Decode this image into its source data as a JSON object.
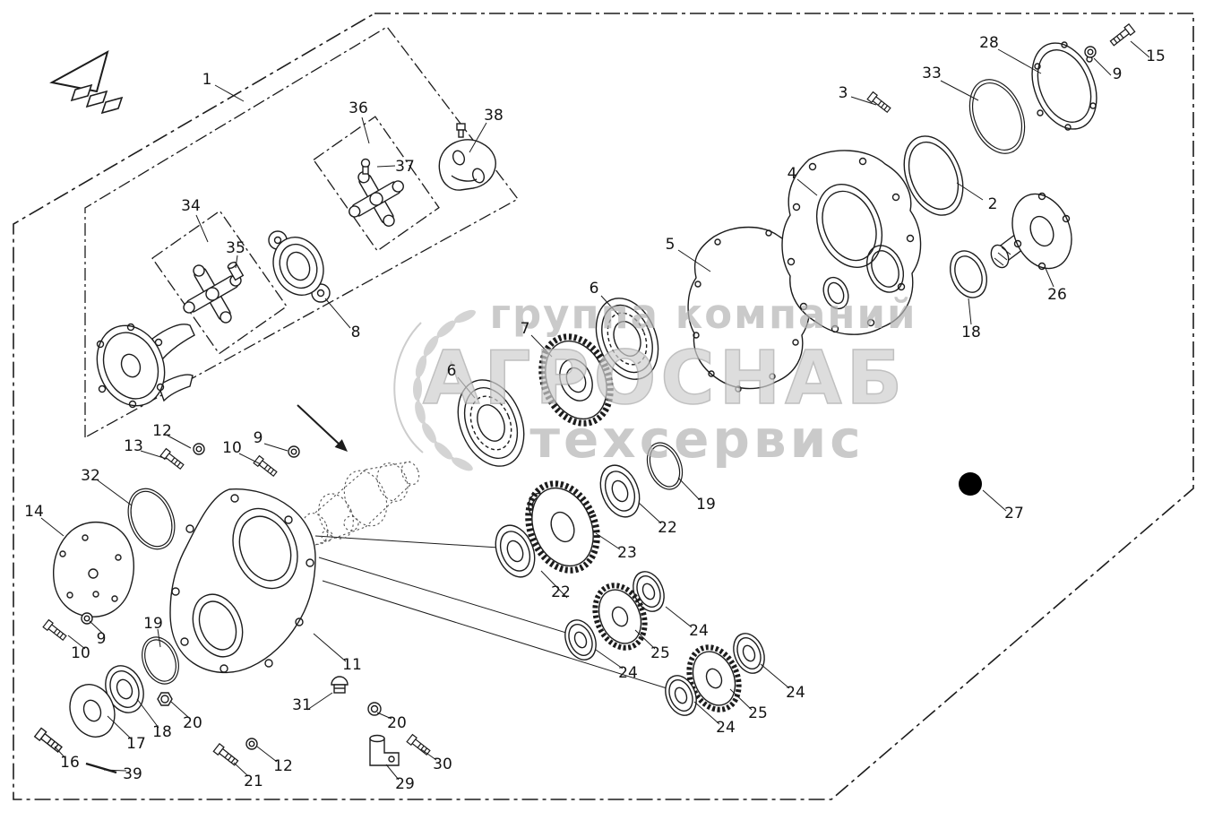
{
  "watermark": {
    "line1": "группа компаний",
    "line2": "АГРОСНАБ",
    "line3": "техсервис"
  },
  "colors": {
    "line": "#1c1c1c",
    "watermark_text": "#b5b5b5",
    "watermark_title_fill": "#d0d0d0",
    "watermark_title_stroke": "#a6a6a6",
    "callout_dot": "#000000"
  },
  "callouts": [
    {
      "label": "1"
    },
    {
      "label": "28"
    },
    {
      "label": "33"
    },
    {
      "label": "9"
    },
    {
      "label": "15"
    },
    {
      "label": "3"
    },
    {
      "label": "36"
    },
    {
      "label": "38"
    },
    {
      "label": "37"
    },
    {
      "label": "4"
    },
    {
      "label": "2"
    },
    {
      "label": "34"
    },
    {
      "label": "35"
    },
    {
      "label": "5"
    },
    {
      "label": "26"
    },
    {
      "label": "6"
    },
    {
      "label": "18"
    },
    {
      "label": "7"
    },
    {
      "label": "8"
    },
    {
      "label": "6"
    },
    {
      "label": "12"
    },
    {
      "label": "13"
    },
    {
      "label": "9"
    },
    {
      "label": "10"
    },
    {
      "label": "32"
    },
    {
      "label": "19"
    },
    {
      "label": "14"
    },
    {
      "label": "22"
    },
    {
      "label": "23"
    },
    {
      "label": "27"
    },
    {
      "label": "22"
    },
    {
      "label": "24"
    },
    {
      "label": "19"
    },
    {
      "label": "9"
    },
    {
      "label": "10"
    },
    {
      "label": "25"
    },
    {
      "label": "11"
    },
    {
      "label": "24"
    },
    {
      "label": "20"
    },
    {
      "label": "18"
    },
    {
      "label": "17"
    },
    {
      "label": "31"
    },
    {
      "label": "20"
    },
    {
      "label": "24"
    },
    {
      "label": "25"
    },
    {
      "label": "24"
    },
    {
      "label": "16"
    },
    {
      "label": "39"
    },
    {
      "label": "21"
    },
    {
      "label": "12"
    },
    {
      "label": "30"
    },
    {
      "label": "29"
    }
  ]
}
